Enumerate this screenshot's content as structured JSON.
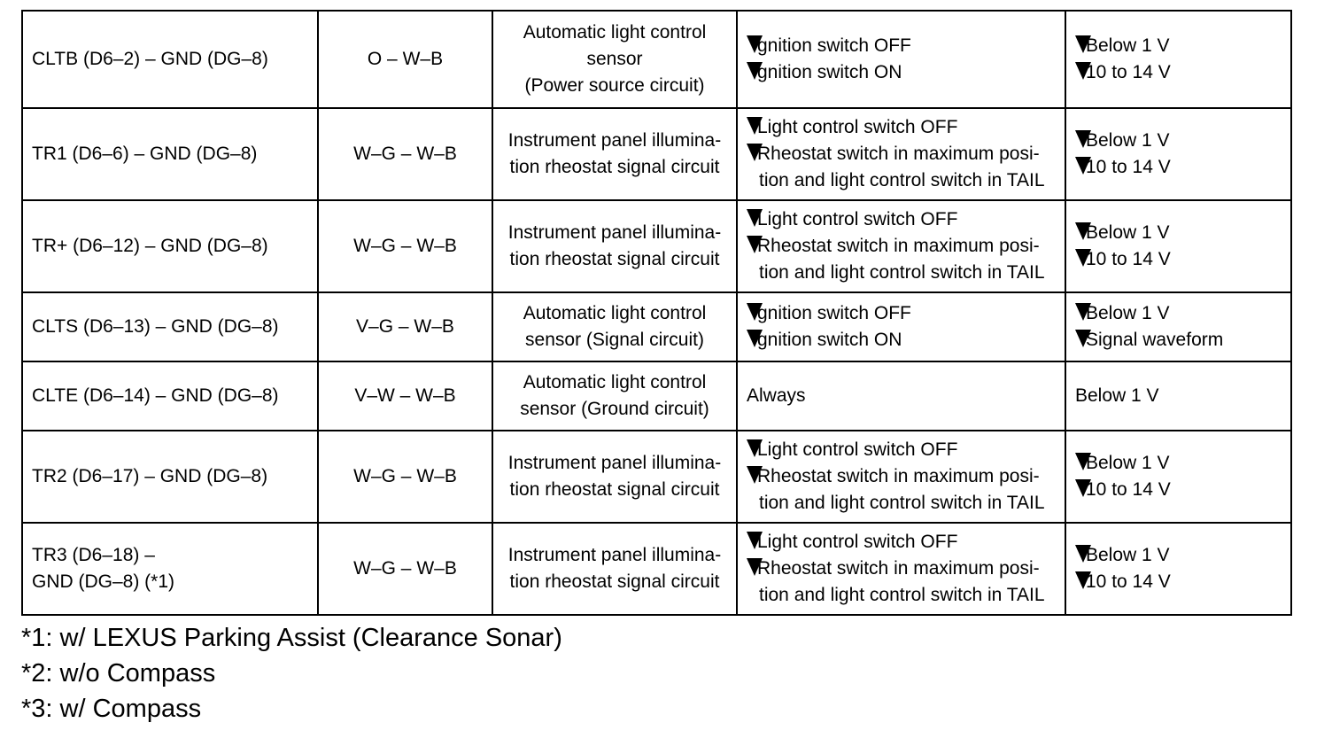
{
  "rows": [
    {
      "terminal": "CLTB (D6–2) – GND (DG–8)",
      "wiring": "O – W–B",
      "desc": [
        "Automatic light control",
        "sensor",
        "(Power source circuit)"
      ],
      "cond": [
        {
          "text": "gnition switch OFF",
          "marker": true
        },
        {
          "text": "gnition switch ON",
          "marker": true
        }
      ],
      "spec": [
        {
          "text": "Below 1 V",
          "marker": true
        },
        {
          "text": "10 to 14 V",
          "marker": true
        }
      ],
      "height": 110
    },
    {
      "terminal": "TR1 (D6–6) – GND (DG–8)",
      "wiring": "W–G – W–B",
      "desc": [
        "Instrument panel illumina-",
        "tion rheostat signal circuit"
      ],
      "cond": [
        {
          "text": "Light control switch OFF",
          "marker": true
        },
        {
          "text": "Rheostat switch in maximum posi-",
          "marker": true
        },
        {
          "text": "tion and light control switch in TAIL",
          "marker": false
        }
      ],
      "spec": [
        {
          "text": "Below 1 V",
          "marker": true
        },
        {
          "text": "10 to 14 V",
          "marker": true
        }
      ],
      "height": 104
    },
    {
      "terminal": "TR+ (D6–12) – GND (DG–8)",
      "wiring": "W–G – W–B",
      "desc": [
        "Instrument panel illumina-",
        "tion rheostat signal circuit"
      ],
      "cond": [
        {
          "text": "Light control switch OFF",
          "marker": true
        },
        {
          "text": "Rheostat switch in maximum posi-",
          "marker": true
        },
        {
          "text": "tion and light control switch in TAIL",
          "marker": false
        }
      ],
      "spec": [
        {
          "text": "Below 1 V",
          "marker": true
        },
        {
          "text": "10 to 14 V",
          "marker": true
        }
      ],
      "height": 104
    },
    {
      "terminal": "CLTS (D6–13) – GND (DG–8)",
      "wiring": "V–G – W–B",
      "desc": [
        "Automatic light control",
        "sensor (Signal circuit)"
      ],
      "cond": [
        {
          "text": "gnition switch OFF",
          "marker": true
        },
        {
          "text": "gnition switch ON",
          "marker": true
        }
      ],
      "spec": [
        {
          "text": "Below 1 V",
          "marker": true
        },
        {
          "text": "Signal waveform",
          "marker": true
        }
      ],
      "height": 78
    },
    {
      "terminal": "CLTE (D6–14) – GND (DG–8)",
      "wiring": "V–W – W–B",
      "desc": [
        "Automatic light control",
        "sensor (Ground circuit)"
      ],
      "cond": [
        {
          "text": "Always",
          "marker": false
        }
      ],
      "spec": [
        {
          "text": "Below 1 V",
          "marker": false
        }
      ],
      "height": 78
    },
    {
      "terminal": "TR2 (D6–17) – GND (DG–8)",
      "wiring": "W–G – W–B",
      "desc": [
        "Instrument panel illumina-",
        "tion rheostat signal circuit"
      ],
      "cond": [
        {
          "text": "Light control switch OFF",
          "marker": true
        },
        {
          "text": "Rheostat switch in maximum posi-",
          "marker": true
        },
        {
          "text": "tion and light control switch in TAIL",
          "marker": false
        }
      ],
      "spec": [
        {
          "text": "Below 1 V",
          "marker": true
        },
        {
          "text": "10 to 14 V",
          "marker": true
        }
      ],
      "height": 104
    },
    {
      "terminal": "TR3 (D6–18) –\nGND (DG–8) (*1)",
      "wiring": "W–G – W–B",
      "desc": [
        "Instrument panel illumina-",
        "tion rheostat signal circuit"
      ],
      "cond": [
        {
          "text": "Light control switch OFF",
          "marker": true
        },
        {
          "text": "Rheostat switch in maximum posi-",
          "marker": true
        },
        {
          "text": "tion and light control switch in TAIL",
          "marker": false
        }
      ],
      "spec": [
        {
          "text": "Below 1 V",
          "marker": true
        },
        {
          "text": "10 to 14 V",
          "marker": true
        }
      ],
      "height": 104
    }
  ],
  "footnotes": [
    "*1: w/ LEXUS Parking Assist (Clearance Sonar)",
    "*2: w/o Compass",
    "*3: w/ Compass"
  ]
}
